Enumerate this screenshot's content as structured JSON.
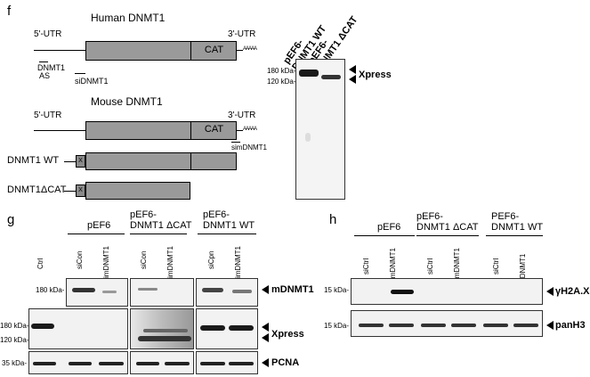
{
  "panel_f": {
    "letter": "f",
    "human_title": "Human DNMT1",
    "mouse_title": "Mouse DNMT1",
    "utr5": "5'-UTR",
    "utr3": "3'-UTR",
    "cat": "CAT",
    "polyA": "AAAAA",
    "dnmt1_as_line1": "DNMT1",
    "dnmt1_as_line2": "AS",
    "sidnmt1": "siDNMT1",
    "simdnmt1": "simDNMT1",
    "construct_wt": "DNMT1 WT",
    "construct_dcat": "DNMT1ΔCAT",
    "xtag": "X",
    "blot": {
      "lane1_line1": "pEF6-",
      "lane1_line2": "DNMT1 WT",
      "lane2_line1": "pEF6-",
      "lane2_line2": "DNMT1 ΔCAT",
      "mw_180": "180 kDa-",
      "mw_120": "120 kDa-",
      "label": "Xpress"
    }
  },
  "panel_g": {
    "letter": "g",
    "group1": "pEF6",
    "group2_line1": "pEF6-",
    "group2_line2": "DNMT1 ΔCAT",
    "group3_line1": "pEF6-",
    "group3_line2": "DNMT1 WT",
    "lanes": [
      "Ctrl",
      "siCon",
      "simDNMT1",
      "siCon",
      "simDNMT1",
      "siCpn",
      "simDNMT1"
    ],
    "mw_180a": "180 kDa-",
    "mw_180b": "180 kDa-",
    "mw_120": "120 kDa-",
    "mw_35": "35 kDa-",
    "label_mdnmt1": "mDNMT1",
    "label_xpress": "Xpress",
    "label_pcna": "PCNA"
  },
  "panel_h": {
    "letter": "h",
    "group1": "pEF6",
    "group2_line1": "pEF6-",
    "group2_line2": "DNMT1 ΔCAT",
    "group3_line1": "PEF6-",
    "group3_line2": "DNMT1 WT",
    "lanes": [
      "siCtrl",
      "simDNMT1",
      "siCtrl",
      "simDNMT1",
      "siCtrl",
      "siDNMT1"
    ],
    "mw_15a": "15 kDa-",
    "mw_15b": "15 kDa-",
    "label_gh2ax": "γH2A.X",
    "label_panh3": "panH3"
  }
}
